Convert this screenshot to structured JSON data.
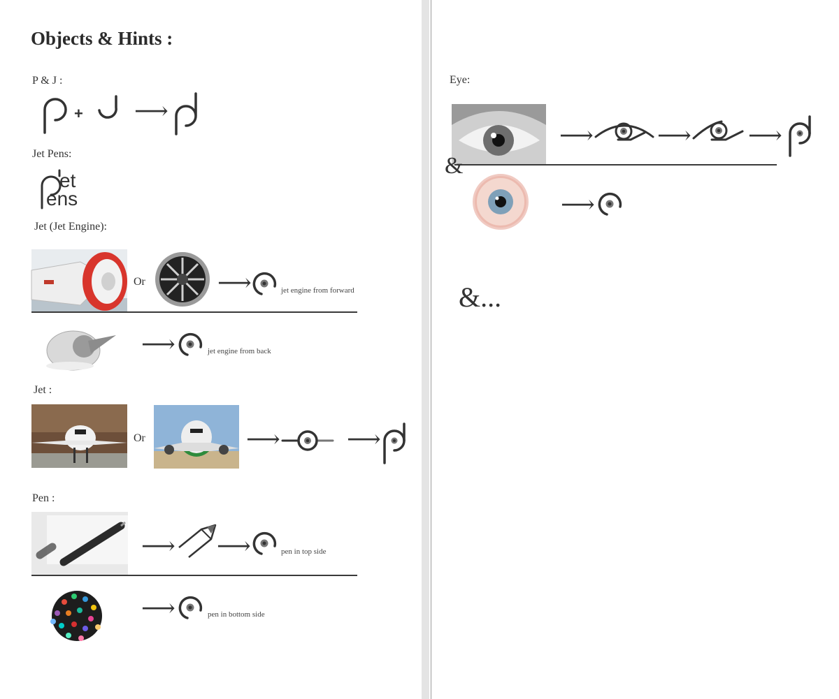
{
  "title": "Objects & Hints :",
  "sections": {
    "pj": {
      "label": "P & J :",
      "plus": "+"
    },
    "jetpens": {
      "label": "Jet Pens:",
      "logo_line1": "et",
      "logo_line2": "ens"
    },
    "jet_engine": {
      "label": "Jet (Jet Engine):",
      "or": "Or",
      "caption_front": "jet engine from forward",
      "caption_back": "jet engine from back"
    },
    "jet": {
      "label": "Jet :",
      "or": "Or"
    },
    "pen": {
      "label": "Pen :",
      "caption_top": "pen in top side",
      "caption_bottom": "pen in bottom side"
    },
    "eye": {
      "label": "Eye:",
      "amp": "&"
    },
    "more": {
      "text": "&..."
    }
  },
  "arrow": "⟶",
  "icons": [
    "p-glyph-icon",
    "j-glyph-icon",
    "pj-logo-icon",
    "eye-logo-icon",
    "pen-nib-icon"
  ],
  "colors": {
    "ink": "#333333",
    "gutter": "#e4e4e4",
    "engine_red": "#d8352c"
  }
}
